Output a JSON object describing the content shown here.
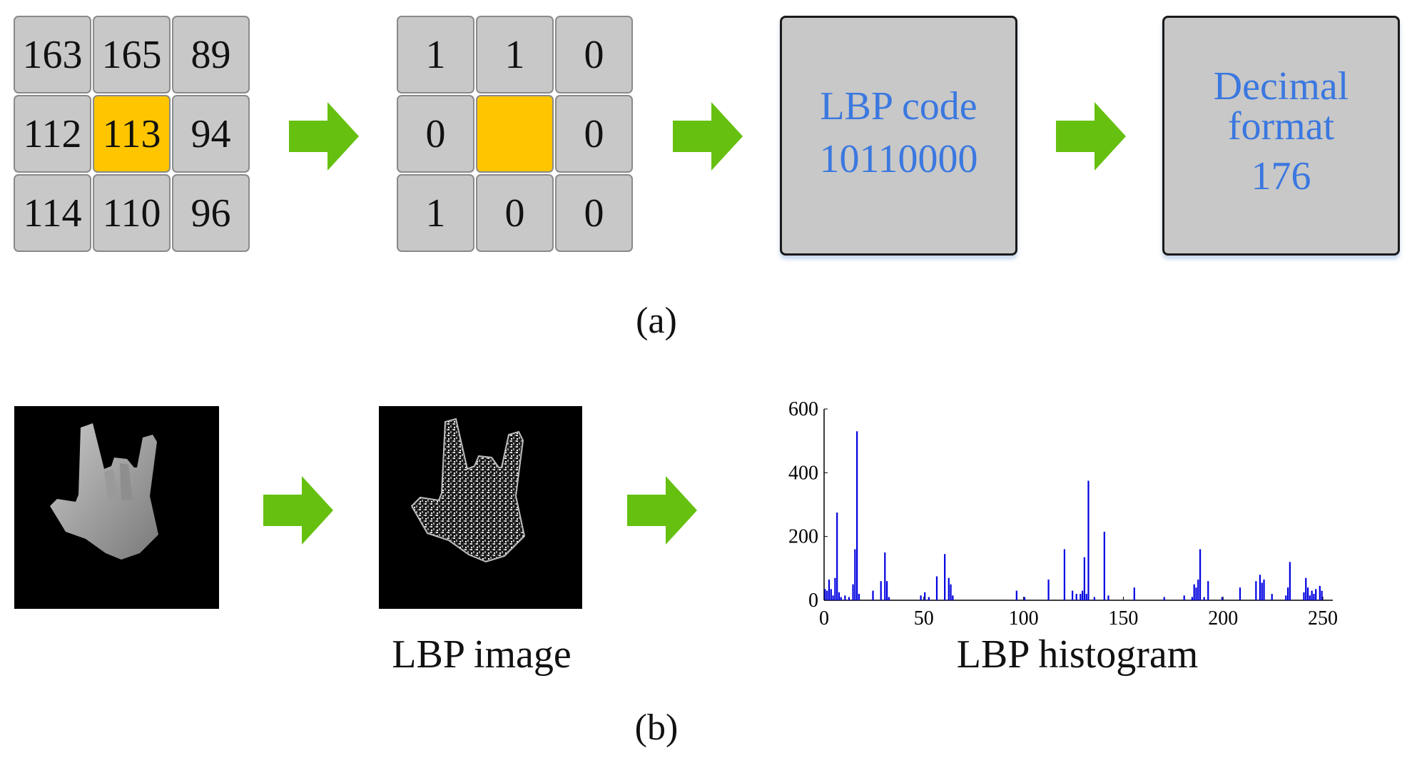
{
  "panel_a": {
    "input_grid": [
      "163",
      "165",
      "89",
      "112",
      "113",
      "94",
      "114",
      "110",
      "96"
    ],
    "binary_grid": [
      "1",
      "1",
      "0",
      "0",
      "",
      "0",
      "1",
      "0",
      "0"
    ],
    "code_box": {
      "line1": "LBP code",
      "line2": "10110000"
    },
    "decimal_box": {
      "line1": "Decimal",
      "line2": "format",
      "line3": "176"
    },
    "caption": "(a)"
  },
  "panel_b": {
    "lbp_image_label": "LBP image",
    "histogram_label": "LBP histogram",
    "caption": "(b)"
  },
  "colors": {
    "arrow": "#66c010",
    "center_cell": "#ffc600",
    "box_text": "#3b78e0",
    "bars": "#0000e0"
  },
  "chart_data": {
    "type": "bar",
    "xlim": [
      0,
      255
    ],
    "ylim": [
      0,
      600
    ],
    "xticks": [
      0,
      50,
      100,
      150,
      200,
      250
    ],
    "yticks": [
      0,
      200,
      400,
      600
    ],
    "grid": false,
    "x": [
      0,
      1,
      2,
      3,
      4,
      5,
      6,
      7,
      8,
      10,
      12,
      14,
      15,
      16,
      17,
      24,
      28,
      30,
      31,
      32,
      48,
      50,
      52,
      56,
      60,
      62,
      63,
      64,
      96,
      100,
      112,
      120,
      124,
      126,
      128,
      129,
      130,
      131,
      132,
      135,
      140,
      142,
      155,
      170,
      180,
      184,
      185,
      186,
      187,
      188,
      190,
      192,
      199,
      208,
      216,
      218,
      219,
      220,
      224,
      231,
      232,
      233,
      240,
      241,
      242,
      243,
      244,
      245,
      246,
      248,
      249
    ],
    "values": [
      35,
      30,
      65,
      35,
      15,
      70,
      275,
      25,
      10,
      15,
      10,
      50,
      160,
      530,
      20,
      30,
      60,
      150,
      60,
      10,
      15,
      25,
      10,
      75,
      145,
      70,
      50,
      15,
      30,
      10,
      65,
      160,
      30,
      20,
      20,
      30,
      135,
      20,
      375,
      10,
      215,
      15,
      40,
      10,
      15,
      10,
      50,
      40,
      65,
      160,
      10,
      60,
      10,
      40,
      60,
      80,
      55,
      65,
      20,
      15,
      40,
      120,
      25,
      70,
      40,
      15,
      30,
      20,
      35,
      45,
      30
    ]
  }
}
